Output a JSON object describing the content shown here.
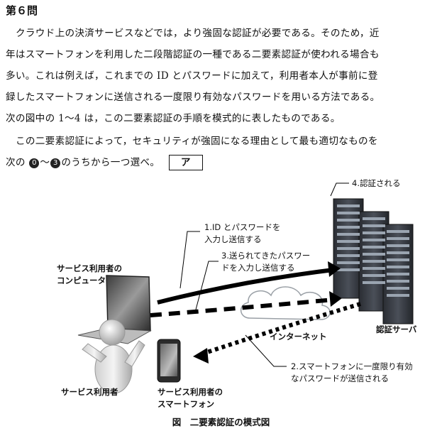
{
  "question": {
    "heading": "第６問",
    "paragraph1": [
      "クラウド上の決済サービスなどでは，より強固な認証が必要である。そのため，近",
      "年はスマートフォンを利用した二段階認証の一種である二要素認証が使われる場合も",
      "多い。これは例えば，これまでの ID とパスワードに加えて，利用者本人が事前に登",
      "録したスマートフォンに送信される一度限り有効なパスワードを用いる方法である。",
      "次の図中の 1～4 は，この二要素認証の手順を模式的に表したものである。"
    ],
    "paragraph2_line1": "この二要素認証によって，セキュリティが強固になる理由として最も適切なものを",
    "paragraph2_line2_pre": "次の",
    "choice_start": "0",
    "tilde": "～",
    "choice_end": "3",
    "paragraph2_line2_post": "のうちから一つ選べ。",
    "answer_label": "ア"
  },
  "diagram": {
    "step4": "4.認証される",
    "step1_line1": "1.ID とパスワードを",
    "step1_line2": "入力し送信する",
    "step3_line1": "3.送られてきたパスワー",
    "step3_line2": "ドを入力し送信する",
    "step2_line1": "2.スマートフォンに一度限り有効",
    "step2_line2": "なパスワードが送信される",
    "computer_line1": "サービス利用者の",
    "computer_line2": "コンピュータ",
    "user": "サービス利用者",
    "phone_line1": "サービス利用者の",
    "phone_line2": "スマートフォン",
    "internet": "インターネット",
    "server": "認証サーバ",
    "caption": "図　二要素認証の模式図"
  }
}
